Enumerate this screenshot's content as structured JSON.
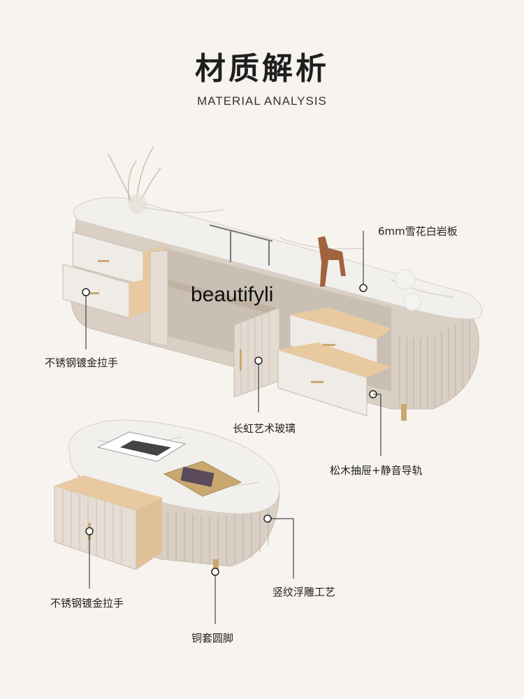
{
  "header": {
    "title": "材质解析",
    "subtitle": "MATERIAL ANALYSIS"
  },
  "watermark": "beautifyli",
  "callouts": {
    "rock_slab": "6mm雪花白岩板",
    "handle_top": "不锈钢镀金拉手",
    "glass": "长虹艺术玻璃",
    "drawer_rail": "松木抽屉+静音导轨",
    "handle_bottom": "不锈钢镀金拉手",
    "relief": "竖纹浮雕工艺",
    "feet": "铜套圆脚"
  },
  "colors": {
    "background": "#f7f3ef",
    "marble": "#f2f0ed",
    "cabinet": "#d9cfc4",
    "wood": "#e8c9a0",
    "gold": "#c9a870"
  }
}
